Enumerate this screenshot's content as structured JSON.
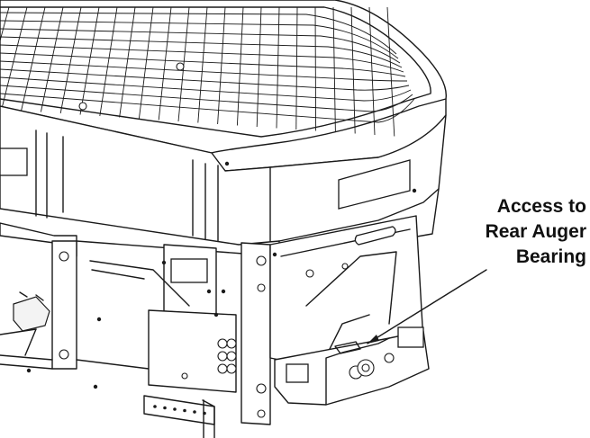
{
  "callout": {
    "line1": "Access to",
    "line2": "Rear Auger",
    "line3": "Bearing"
  },
  "colors": {
    "ink": "#1a1a1a",
    "background": "#ffffff"
  }
}
